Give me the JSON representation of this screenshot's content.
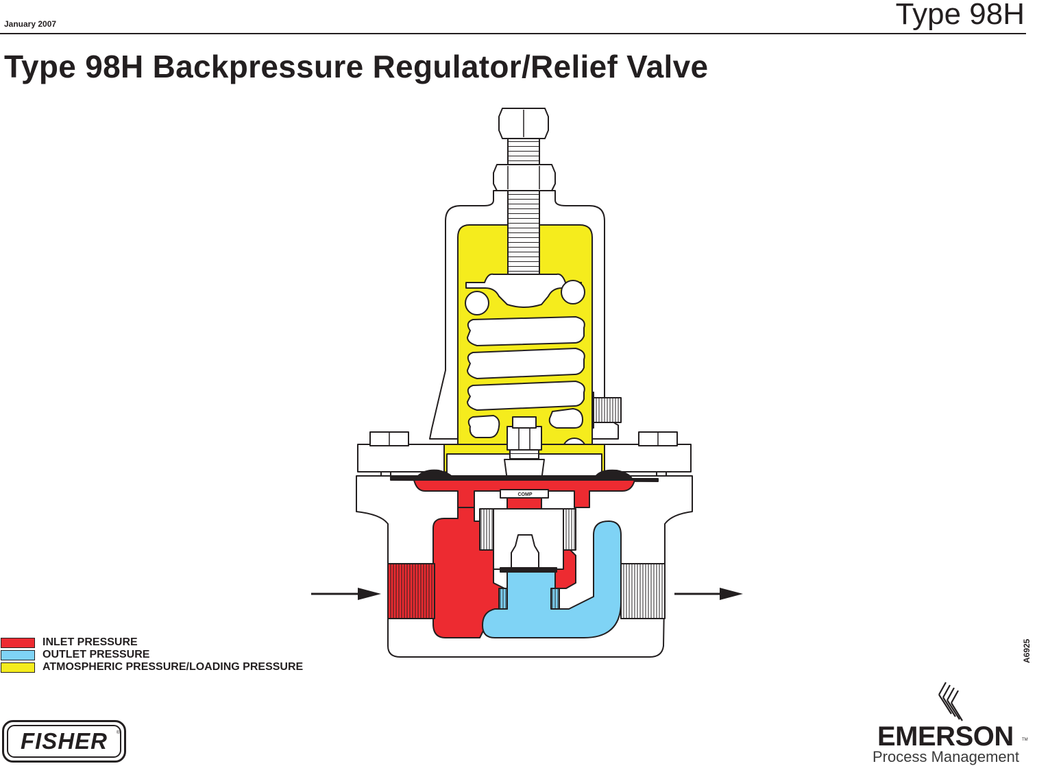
{
  "header": {
    "date": "January 2007",
    "type_label": "Type 98H"
  },
  "title": "Type 98H Backpressure Regulator/Relief Valve",
  "diagram": {
    "part_label": "COMP",
    "reference_code": "A6925",
    "colors": {
      "inlet": "#ed2b31",
      "outlet": "#7fd3f5",
      "atmospheric": "#f5ec1d",
      "body": "#ffffff",
      "outline": "#231f20"
    }
  },
  "legend": {
    "items": [
      {
        "label": "INLET PRESSURE",
        "color": "#ed2b31"
      },
      {
        "label": "OUTLET PRESSURE",
        "color": "#7fd3f5"
      },
      {
        "label": "ATMOSPHERIC PRESSURE/LOADING PRESSURE",
        "color": "#f5ec1d"
      }
    ]
  },
  "footer": {
    "left_logo": "FISHER",
    "right_logo": "EMERSON",
    "right_logo_sub": "Process Management"
  }
}
